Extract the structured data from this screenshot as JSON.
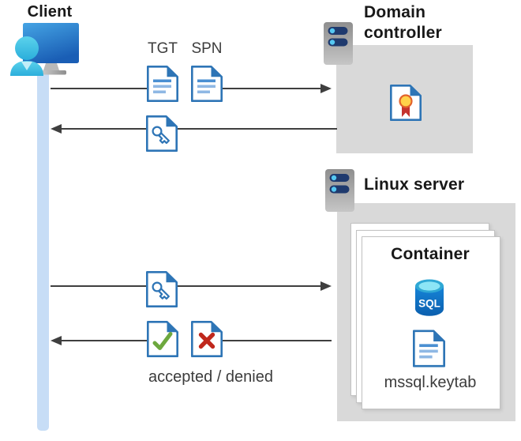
{
  "colors": {
    "doc_blue": "#2E75B6",
    "box_gray": "#D9D9D9",
    "arrow_gray": "#3F3F3F",
    "lifeline_blue": "#C7DDF6",
    "check_green": "#6DA83E",
    "cross_red": "#C0281C",
    "sql_body_blue": "#0E6FC4",
    "medal_yellow": "#FFD24A",
    "ribbon_red": "#C5332E"
  },
  "client": {
    "label": "Client"
  },
  "domain_controller": {
    "title": "Domain controller"
  },
  "linux_server": {
    "title": "Linux server",
    "container": {
      "title": "Container",
      "sql_label": "SQL",
      "keytab_label": "mssql.keytab"
    }
  },
  "flows": {
    "tgt_label": "TGT",
    "spn_label": "SPN",
    "accepted_denied_label": "accepted / denied"
  },
  "icons": {
    "client": "person-at-monitor-icon",
    "server": "server-icon",
    "ticket": "document-icon",
    "key_ticket": "key-document-icon",
    "certificate": "certificate-document-icon",
    "accepted": "check-document-icon",
    "denied": "cross-document-icon",
    "database": "sql-database-icon",
    "keytab": "keytab-document-icon"
  }
}
